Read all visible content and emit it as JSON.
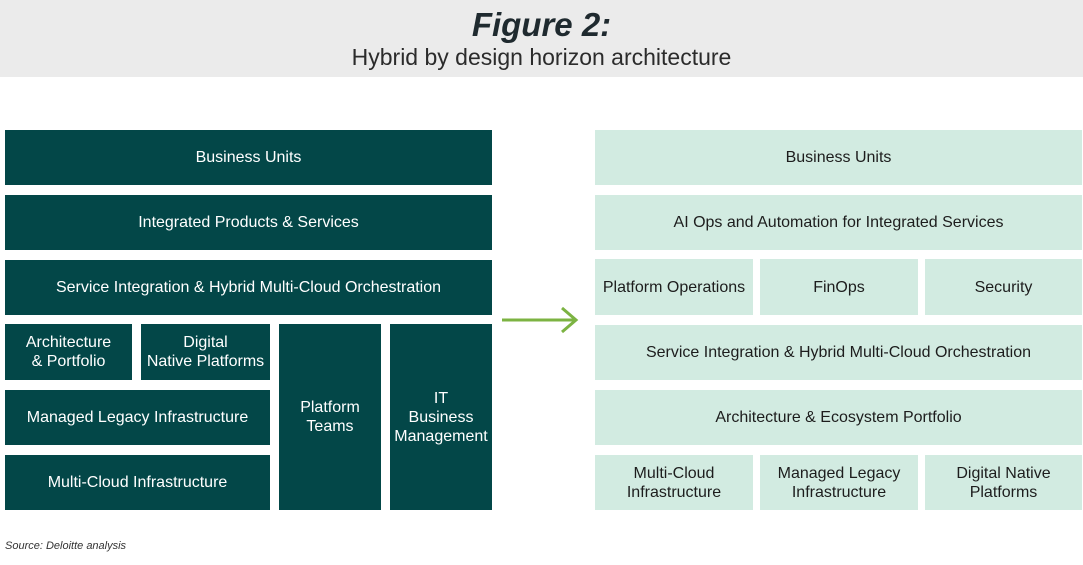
{
  "figure": {
    "title": "Figure 2:",
    "subtitle": "Hybrid by design horizon architecture",
    "source": "Source: Deloitte analysis"
  },
  "left": {
    "business_units": "Business Units",
    "integrated_products": "Integrated Products & Services",
    "service_integration": "Service Integration & Hybrid Multi-Cloud Orchestration",
    "architecture_portfolio": "Architecture\n& Portfolio",
    "digital_native": "Digital\nNative Platforms",
    "managed_legacy": "Managed Legacy Infrastructure",
    "multi_cloud": "Multi-Cloud Infrastructure",
    "platform_teams": "Platform\nTeams",
    "it_business_management": "IT\nBusiness\nManagement"
  },
  "right": {
    "business_units": "Business Units",
    "ai_ops": "AI Ops and Automation for Integrated Services",
    "platform_operations": "Platform Operations",
    "finops": "FinOps",
    "security": "Security",
    "service_integration": "Service Integration & Hybrid Multi-Cloud Orchestration",
    "architecture_ecosystem": "Architecture & Ecosystem Portfolio",
    "multi_cloud": "Multi-Cloud\nInfrastructure",
    "managed_legacy": "Managed Legacy\nInfrastructure",
    "digital_native": "Digital Native\nPlatforms"
  },
  "colors": {
    "dark_box": "#034748",
    "light_box": "#d2ebe1",
    "arrow": "#7cb342",
    "header_bg": "#ebebeb"
  },
  "icons": {
    "transition_arrow": "right-arrow-icon"
  }
}
